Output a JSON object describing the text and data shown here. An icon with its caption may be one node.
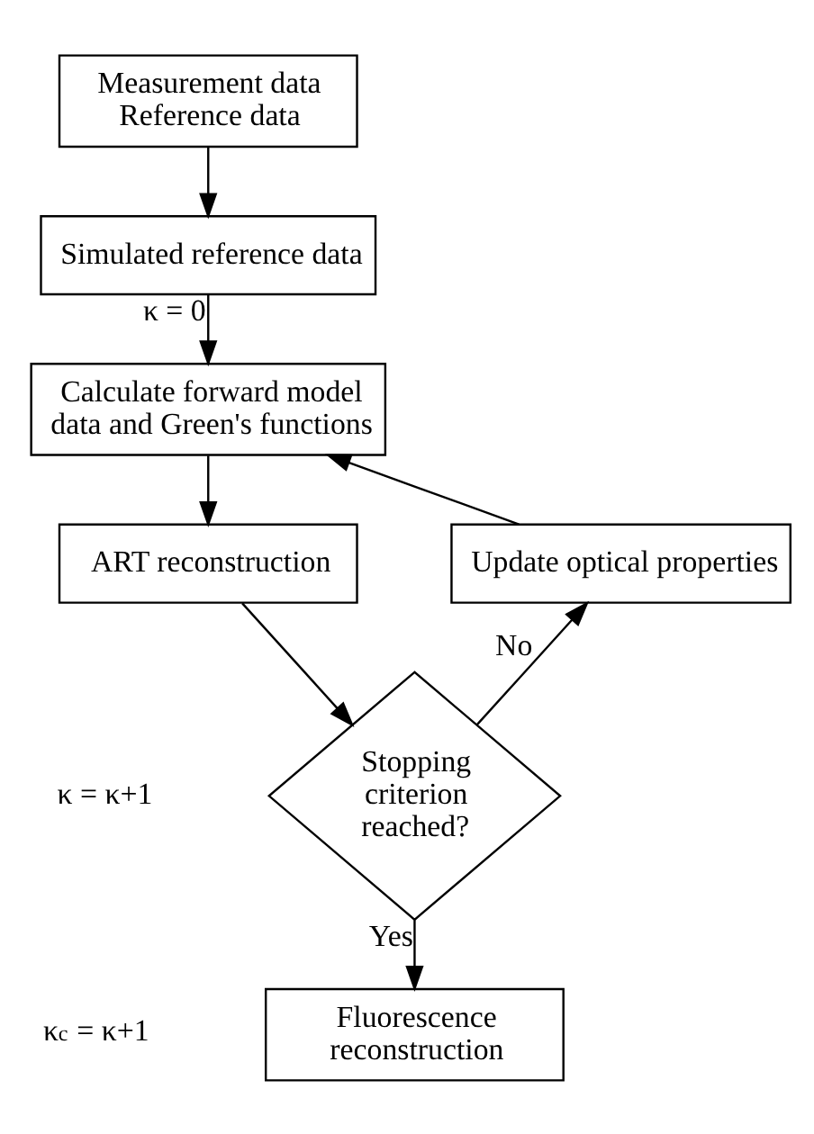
{
  "diagram": {
    "nodes": [
      {
        "text": [
          "Measurement data",
          "Reference data"
        ]
      },
      {
        "text": [
          "Simulated reference data"
        ]
      },
      {
        "text": [
          "Calculate forward model data and Green's functions"
        ]
      },
      {
        "text": [
          "ART reconstruction"
        ]
      },
      {
        "text": [
          "Stopping criterion reached?"
        ]
      },
      {
        "text": [
          "Fluorescence reconstruction"
        ]
      },
      {
        "text": [
          "Update optical properties"
        ]
      }
    ],
    "edges": [
      {
        "from": 0,
        "to": 1,
        "arrow": "to"
      },
      {
        "from": 1,
        "to": 2,
        "arrow": "to",
        "label": "κ = 0"
      },
      {
        "from": 2,
        "to": 3,
        "arrow": "to"
      },
      {
        "from": 3,
        "to": 4,
        "arrow": "to"
      },
      {
        "from": 4,
        "to": 6,
        "arrow": "to",
        "label": "No"
      },
      {
        "from": 4,
        "to": 5,
        "arrow": "to",
        "label": "Yes"
      },
      {
        "from": 6,
        "to": 2,
        "arrow": "to"
      }
    ],
    "labels": [
      "κ = κ+1",
      "κ$_{c}$ = κ+1"
    ]
  }
}
